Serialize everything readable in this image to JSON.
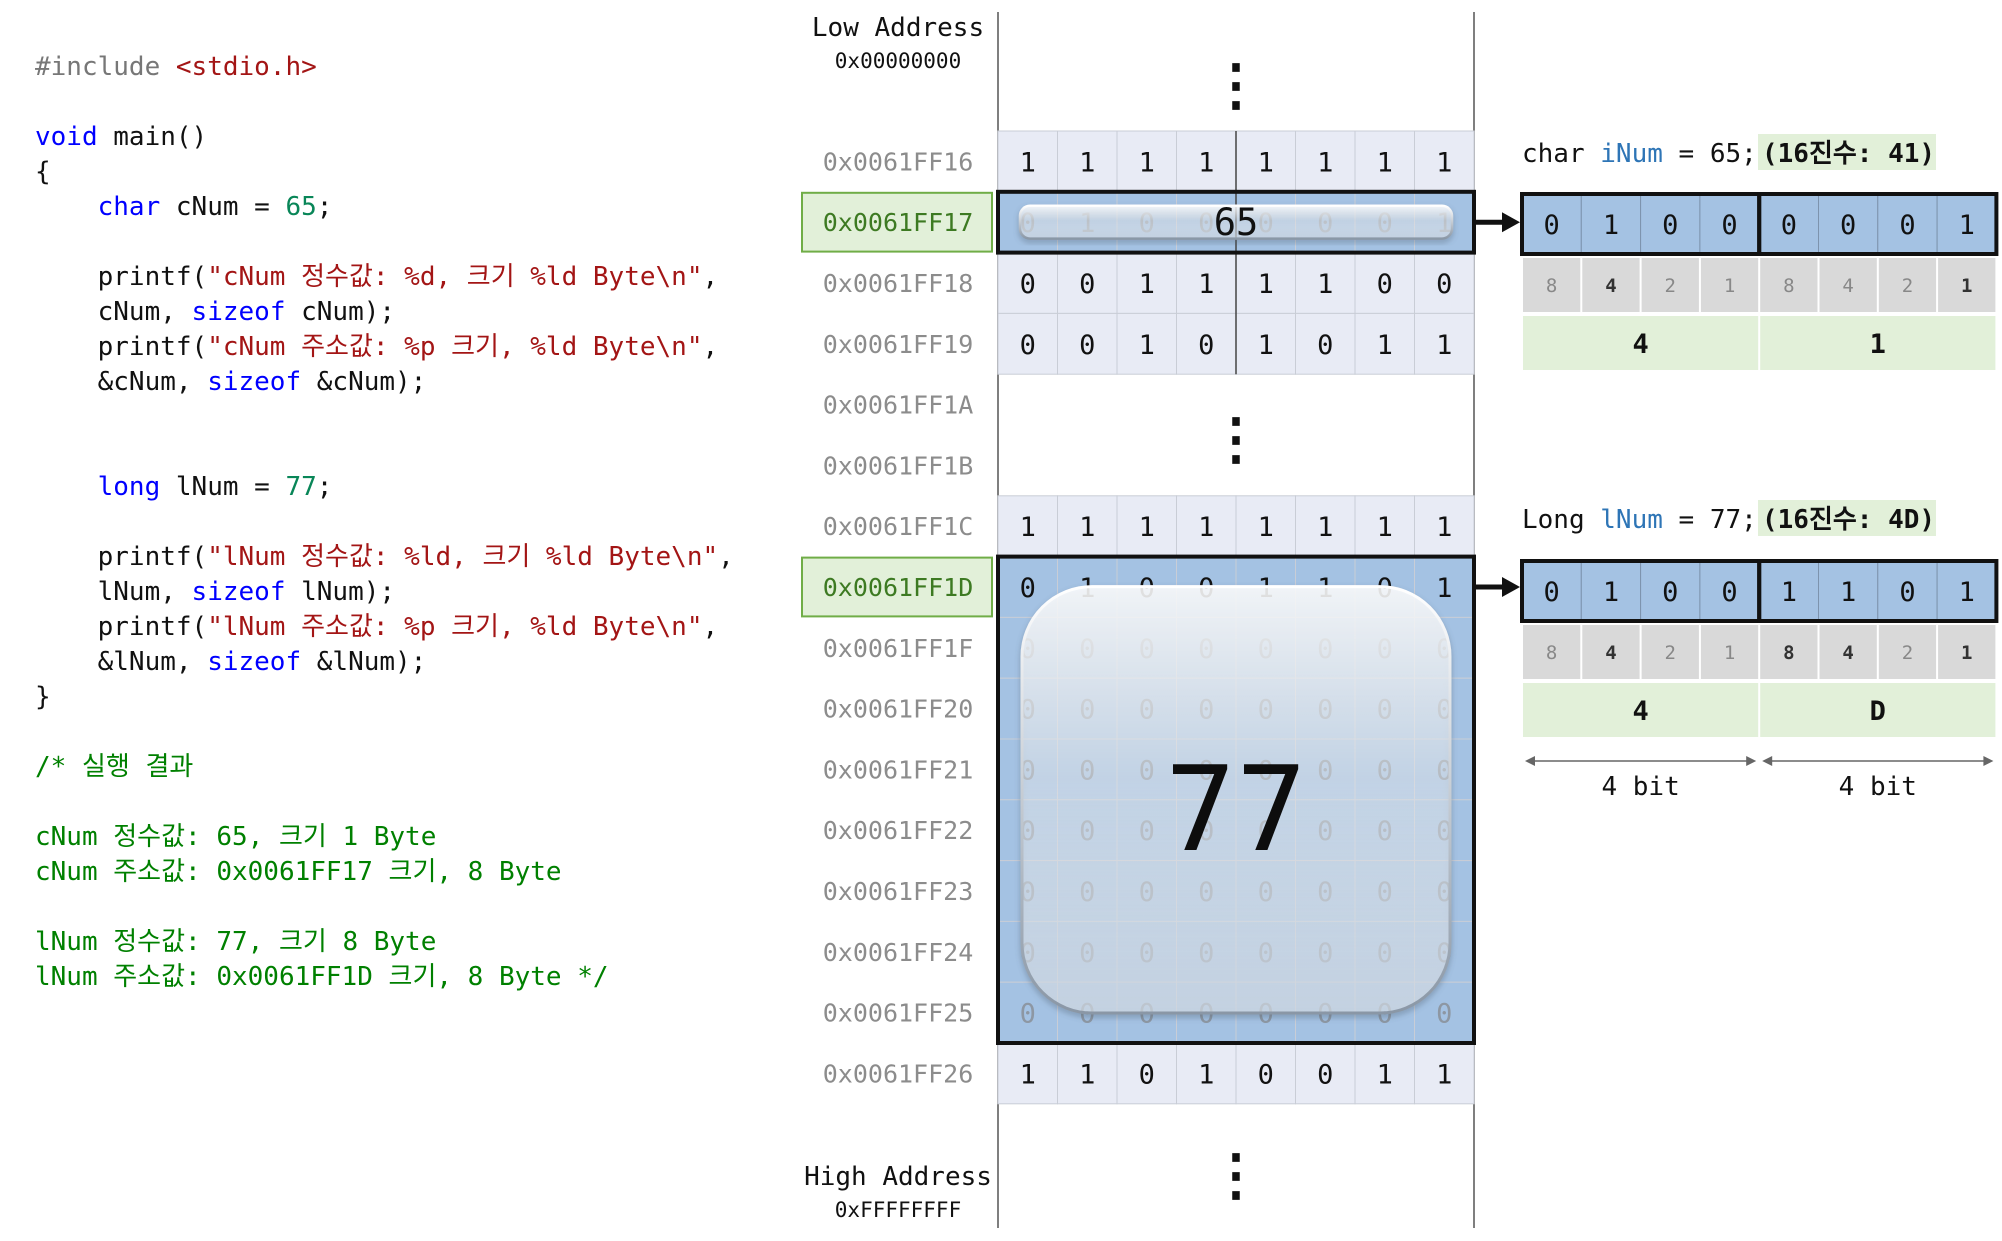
{
  "code_lines": [
    [
      {
        "t": "#include ",
        "c": "pre"
      },
      {
        "t": "<stdio.h>",
        "c": "hdr"
      }
    ],
    [],
    [
      {
        "t": "void",
        "c": "kw"
      },
      {
        "t": " main()",
        "c": "plain"
      }
    ],
    [
      {
        "t": "{",
        "c": "plain"
      }
    ],
    [
      {
        "t": "    ",
        "c": "plain"
      },
      {
        "t": "char",
        "c": "kw"
      },
      {
        "t": " cNum = ",
        "c": "plain"
      },
      {
        "t": "65",
        "c": "num"
      },
      {
        "t": ";",
        "c": "plain"
      }
    ],
    [],
    [
      {
        "t": "    printf(",
        "c": "plain"
      },
      {
        "t": "\"cNum 정수값: %d, 크기 %ld Byte\\n\"",
        "c": "str"
      },
      {
        "t": ",",
        "c": "plain"
      }
    ],
    [
      {
        "t": "    cNum, ",
        "c": "plain"
      },
      {
        "t": "sizeof",
        "c": "kw"
      },
      {
        "t": " cNum);",
        "c": "plain"
      }
    ],
    [
      {
        "t": "    printf(",
        "c": "plain"
      },
      {
        "t": "\"cNum 주소값: %p 크기, %ld Byte\\n\"",
        "c": "str"
      },
      {
        "t": ",",
        "c": "plain"
      }
    ],
    [
      {
        "t": "    &cNum, ",
        "c": "plain"
      },
      {
        "t": "sizeof",
        "c": "kw"
      },
      {
        "t": " &cNum);",
        "c": "plain"
      }
    ],
    [],
    [],
    [
      {
        "t": "    ",
        "c": "plain"
      },
      {
        "t": "long",
        "c": "kw"
      },
      {
        "t": " lNum = ",
        "c": "plain"
      },
      {
        "t": "77",
        "c": "num"
      },
      {
        "t": ";",
        "c": "plain"
      }
    ],
    [],
    [
      {
        "t": "    printf(",
        "c": "plain"
      },
      {
        "t": "\"lNum 정수값: %ld, 크기 %ld Byte\\n\"",
        "c": "str"
      },
      {
        "t": ",",
        "c": "plain"
      }
    ],
    [
      {
        "t": "    lNum, ",
        "c": "plain"
      },
      {
        "t": "sizeof",
        "c": "kw"
      },
      {
        "t": " lNum);",
        "c": "plain"
      }
    ],
    [
      {
        "t": "    printf(",
        "c": "plain"
      },
      {
        "t": "\"lNum 주소값: %p 크기, %ld Byte\\n\"",
        "c": "str"
      },
      {
        "t": ",",
        "c": "plain"
      }
    ],
    [
      {
        "t": "    &lNum, ",
        "c": "plain"
      },
      {
        "t": "sizeof",
        "c": "kw"
      },
      {
        "t": " &lNum);",
        "c": "plain"
      }
    ],
    [
      {
        "t": "}",
        "c": "plain"
      }
    ],
    [],
    [
      {
        "t": "/* 실행 결과",
        "c": "cmt"
      }
    ],
    [],
    [
      {
        "t": "cNum 정수값: 65, 크기 1 Byte",
        "c": "cmt"
      }
    ],
    [
      {
        "t": "cNum 주소값: 0x0061FF17 크기, 8 Byte",
        "c": "cmt"
      }
    ],
    [],
    [
      {
        "t": "lNum 정수값: 77, 크기 8 Byte",
        "c": "cmt"
      }
    ],
    [
      {
        "t": "lNum 주소값: 0x0061FF1D 크기, 8 Byte */",
        "c": "cmt"
      }
    ]
  ],
  "memory": {
    "low_label": "Low Address",
    "low_addr": "0x00000000",
    "high_label": "High Address",
    "high_addr": "0xFFFFFFFF",
    "ellipsis": "⋮",
    "addresses": [
      "0x0061FF16",
      "0x0061FF17",
      "0x0061FF18",
      "0x0061FF19",
      "0x0061FF1A",
      "0x0061FF1B",
      "0x0061FF1C",
      "0x0061FF1D",
      "0x0061FF1F",
      "0x0061FF20",
      "0x0061FF21",
      "0x0061FF22",
      "0x0061FF23",
      "0x0061FF24",
      "0x0061FF25",
      "0x0061FF26"
    ],
    "rows": [
      {
        "addr": 0,
        "bits": "11111111",
        "kind": "plain"
      },
      {
        "addr": 1,
        "bits": "01000001",
        "kind": "char"
      },
      {
        "addr": 2,
        "bits": "00111100",
        "kind": "plain"
      },
      {
        "addr": 3,
        "bits": "00101011",
        "kind": "plain"
      },
      {
        "addr": 6,
        "bits": "11111111",
        "kind": "plain"
      },
      {
        "addr": 7,
        "bits": "01001101",
        "kind": "long"
      },
      {
        "addr": 8,
        "bits": "00000000",
        "kind": "long"
      },
      {
        "addr": 9,
        "bits": "00000000",
        "kind": "long"
      },
      {
        "addr": 10,
        "bits": "00000000",
        "kind": "long"
      },
      {
        "addr": 11,
        "bits": "00000000",
        "kind": "long"
      },
      {
        "addr": 12,
        "bits": "00000000",
        "kind": "long"
      },
      {
        "addr": 13,
        "bits": "00000000",
        "kind": "long"
      },
      {
        "addr": 14,
        "bits": "00000000",
        "kind": "long"
      },
      {
        "addr": 15,
        "bits": "11010011",
        "kind": "plain"
      }
    ],
    "highlight_addresses": [
      1,
      7
    ],
    "char_value": "65",
    "long_value": "77"
  },
  "char_box": {
    "decl": [
      {
        "t": "char ",
        "c": "plain"
      },
      {
        "t": "iNum",
        "c": "var"
      },
      {
        "t": " = 65;",
        "c": "plain"
      }
    ],
    "hex_note": "(16진수: 41)",
    "bits": "01000001",
    "weights": [
      "8",
      "4",
      "2",
      "1",
      "8",
      "4",
      "2",
      "1"
    ],
    "nibbles": [
      "4",
      "1"
    ]
  },
  "long_box": {
    "decl": [
      {
        "t": "Long ",
        "c": "plain"
      },
      {
        "t": "lNum",
        "c": "var"
      },
      {
        "t": " = 77;",
        "c": "plain"
      }
    ],
    "hex_note": "(16진수: 4D)",
    "bits": "01001101",
    "weights": [
      "8",
      "4",
      "2",
      "1",
      "8",
      "4",
      "2",
      "1"
    ],
    "nibbles": [
      "4",
      "D"
    ],
    "bit_labels": [
      "4 bit",
      "4 bit"
    ]
  },
  "colors": {
    "cell_plain": "#e8ebf5",
    "cell_blue": "#a4c2e3",
    "cell_gray": "#d9d9d9",
    "cell_green": "#e2f0d9",
    "addr_highlight": "#e2f0d9",
    "addr_highlight_border": "#70ad47",
    "addr_text": "#8c8c8c",
    "addr_text_highlight": "#3d7a22",
    "var_blue": "#2e75b6"
  }
}
